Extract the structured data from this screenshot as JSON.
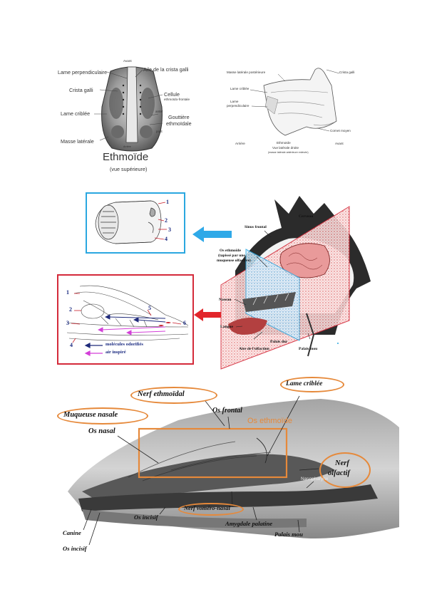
{
  "top_left": {
    "avant": "Avant",
    "lame_perpendiculaire": "Lame perpendiculaire",
    "aile_crista_galli": "Aile de la crista galli",
    "crista_galli": "Crista galli",
    "cellule": "Cellule",
    "ethmoido_frontale": "ethmoïdo-frontale",
    "lame_criblee": "Lame criblée",
    "anter": "anter",
    "gouttiere": "Gouttière",
    "ethmoidale": "ethmoïdale",
    "post": "post",
    "masse_laterale": "Masse latérale",
    "arriere": "Arrière",
    "title": "Ethmoïde",
    "subtitle": "(vue supérieure)"
  },
  "top_right": {
    "masse_laterale_posterieure": "Masse latérale postérieure",
    "crista_galli": "Crista galli",
    "lame_criblee": "Lame criblée",
    "lame": "Lame",
    "perpendiculaire": "perpendiculaire",
    "cornet_moyen": "Cornet moyen",
    "arriere": "Arrière",
    "avant": "Avant",
    "title": "Ethmoïde",
    "subtitle": "Vue latérale droite",
    "note": "(masse latérale antérieure enlevée)"
  },
  "middle": {
    "cerveau": "Cerveau",
    "sinus_frontal": "Sinus frontal",
    "os_ethmoide_1": "Os ethmoïde",
    "os_ethmoide_2": "(tapissé par une",
    "os_ethmoide_3": "muqueuse olfactive)",
    "naseau": "Naseau",
    "langue": "Langue",
    "palais_dur": "Palais dur",
    "aire_olfaction": "Aire de l'olfaction",
    "palais_mou": "Palais mou",
    "inset_top_numbers": [
      "1",
      "2",
      "3",
      "4"
    ],
    "inset_bottom_numbers": [
      "1",
      "2",
      "3",
      "4",
      "5",
      "6"
    ],
    "legend_molecules": "molécules odorifiés",
    "legend_air": "air inspiré"
  },
  "bottom": {
    "nerf_ethmoidal": "Nerf ethmoïdal",
    "lame_criblee": "Lame criblée",
    "os_frontal": "Os frontal",
    "os_ethmoide": "Os ethmoïde",
    "muqueuse_nasale": "Muqueuse nasale",
    "os_nasal": "Os nasal",
    "nerf": "Nerf",
    "olfactif": "olfactif",
    "nasopharynx": "Nasopharynx",
    "os_incisif_mid": "Os incisif",
    "nerf_vomero_nasal": "Nerf voméro-nasal",
    "amygdale_palatine": "Amygdale palatine",
    "palais_mou": "Palais mou",
    "canine": "Canine",
    "os_incisif_bottom": "Os incisif"
  },
  "colors": {
    "orange": "#e6893a",
    "blue_frame": "#2aa7e0",
    "red_frame": "#d42a3a",
    "blue_arrow": "#2fa9e8",
    "red_arrow": "#e2262b",
    "navy_arrow": "#1f2a7a",
    "magenta_arrow": "#d33fd8"
  }
}
